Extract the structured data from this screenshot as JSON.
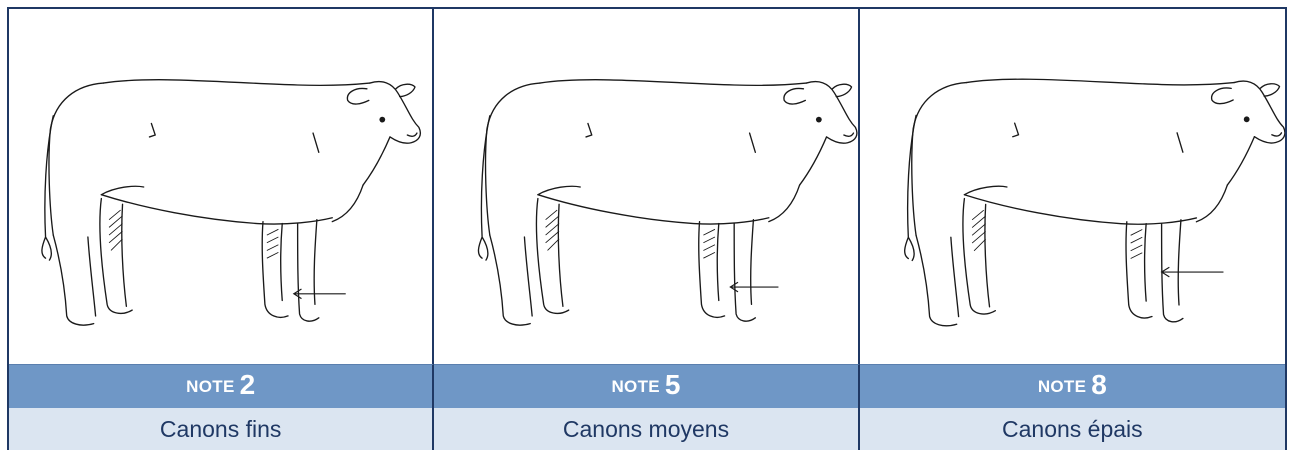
{
  "panels": [
    {
      "note_label": "NOTE",
      "note_value": "2",
      "description": "Canons fins",
      "canon_width": 0.7
    },
    {
      "note_label": "NOTE",
      "note_value": "5",
      "description": "Canons moyens",
      "canon_width": 1.0
    },
    {
      "note_label": "NOTE",
      "note_value": "8",
      "description": "Canons épais",
      "canon_width": 1.3
    }
  ],
  "colors": {
    "border": "#1f3864",
    "note_band": "#6f97c6",
    "description_band": "#dbe5f1",
    "description_text": "#1f3864"
  }
}
